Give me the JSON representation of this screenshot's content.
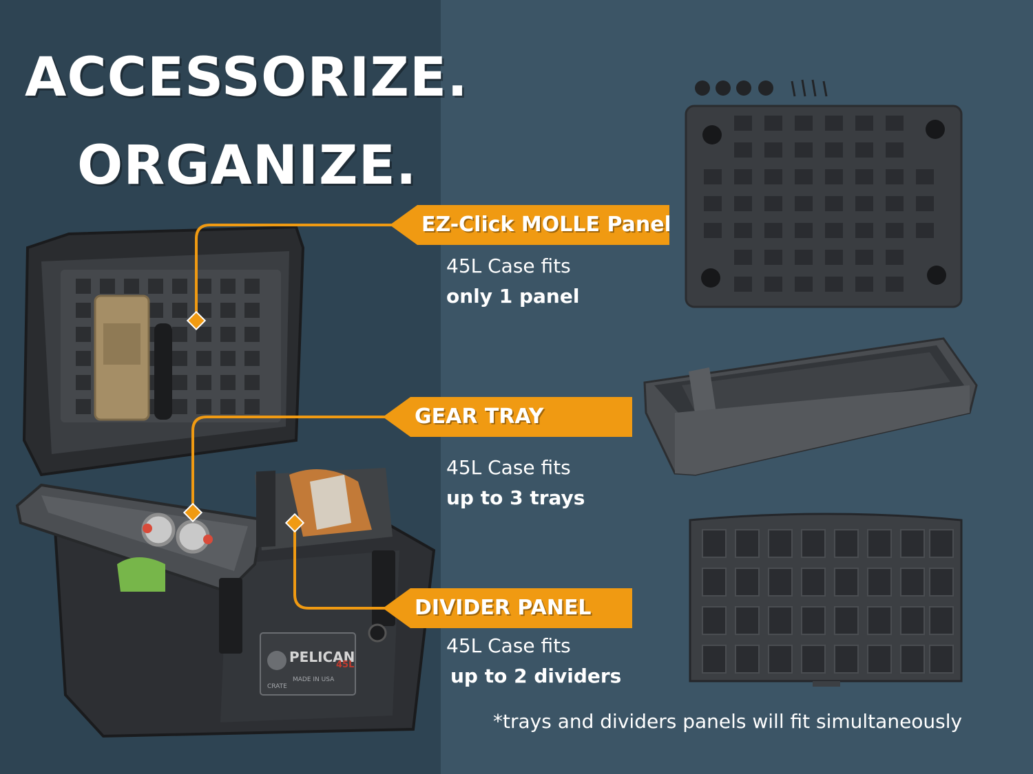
{
  "headline": {
    "line1": "ACCESSORIZE.",
    "line2": "ORGANIZE."
  },
  "callouts": [
    {
      "label": "EZ-Click MOLLE Panel",
      "fits": "45L Case fits",
      "capacity": "only 1 panel"
    },
    {
      "label": "GEAR TRAY",
      "fits": "45L Case fits",
      "capacity": "up to 3 trays"
    },
    {
      "label": "DIVIDER PANEL",
      "fits": "45L Case fits",
      "capacity": "up to 2 dividers"
    }
  ],
  "footnote": "*trays and dividers panels will fit simultaneously",
  "case_badge": {
    "brand": "PELICAN",
    "size": "45L",
    "line": "CRATE",
    "origin": "MADE IN USA"
  },
  "colors": {
    "accent": "#f09a12",
    "left_bg": "#2e4453",
    "right_bg": "#3c5566",
    "product_gray": "#3a3d40"
  }
}
